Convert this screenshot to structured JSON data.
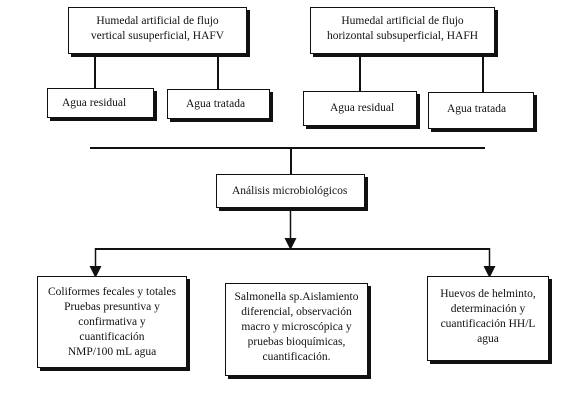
{
  "nodes": {
    "hafv": "Humedal artificial de flujo\nvertical susuperficial, HAFV",
    "hafh": "Humedal artificial de flujo\nhorizontal subsuperficial, HAFH",
    "hafv_residual": "Agua residual",
    "hafv_tratada": "Agua tratada",
    "hafh_residual": "Agua residual",
    "hafh_tratada": "Agua tratada",
    "analisis": "Análisis microbiológicos",
    "coliformes": "Coliformes fecales y totales\nPruebas presuntiva y\nconfirmativa y\ncuantificación\nNMP/100 mL agua",
    "salmonella": "Salmonella sp.Aislamiento\ndiferencial, observación\nmacro y microscópica y\npruebas bioquímicas,\ncuantificación.",
    "huevos": "Huevos de helminto,\ndeterminación y\ncuantificación  HH/L\nagua"
  }
}
